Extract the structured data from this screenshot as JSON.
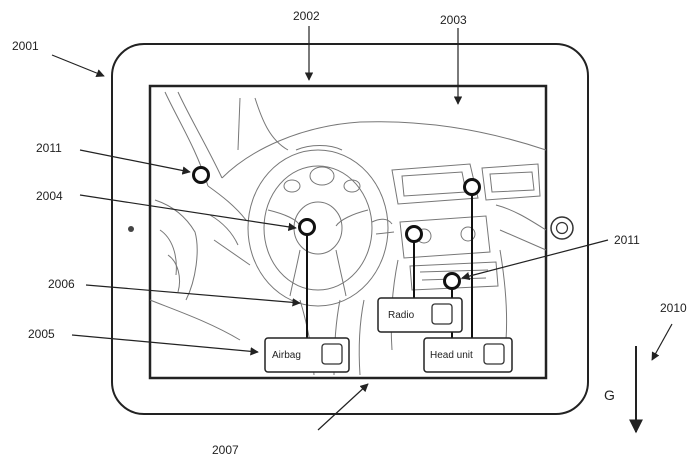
{
  "reference_numerals": {
    "device": "2001",
    "screen_top": "2002",
    "display_area": "2003",
    "center_marker": "2004",
    "button_box": "2005",
    "lead_line": "2006",
    "bottom_ref": "2007",
    "gravity_ref": "2010",
    "marker_left": "2011",
    "marker_right": "2011"
  },
  "buttons": {
    "airbag": "Airbag",
    "radio": "Radio",
    "head_unit": "Head unit"
  },
  "gravity_label": "G",
  "colors": {
    "ink": "#222222",
    "sketch": "#777777",
    "marker": "#111111"
  },
  "icons": {
    "home_button": "circle-home-button-icon",
    "camera": "camera-dot-icon"
  }
}
